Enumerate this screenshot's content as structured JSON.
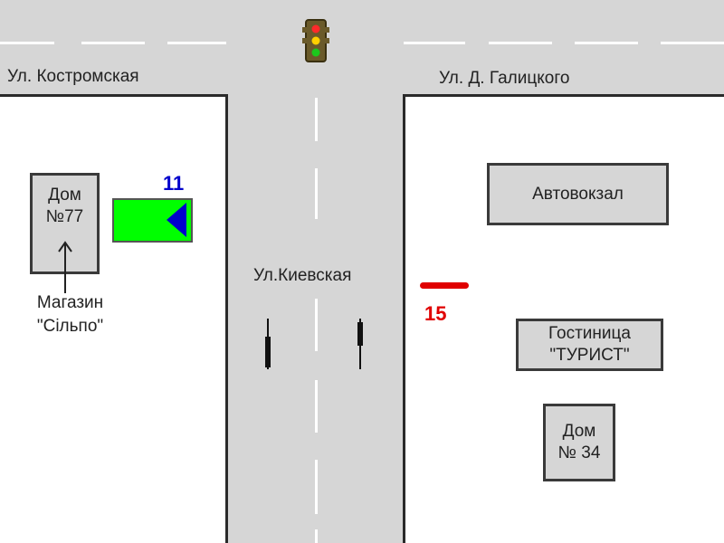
{
  "streets": {
    "kostromskaya": "Ул. Костромская",
    "galitskogo": "Ул. Д. Галицкого",
    "kievskaya": "Ул.Киевская"
  },
  "buildings": {
    "house77": {
      "line1": "Дом",
      "line2": "№77"
    },
    "shop": {
      "line1": "Магазин",
      "line2": "\"Сільпо\""
    },
    "bus_station": "Автовокзал",
    "hotel": {
      "line1": "Гостиница",
      "line2": "\"ТУРИСТ\""
    },
    "house34": {
      "line1": "Дом",
      "line2": "№ 34"
    }
  },
  "markers": {
    "car_number": "11",
    "stop_number": "15"
  },
  "colors": {
    "road": "#d6d6d6",
    "car": "#00ff00",
    "car_arrow": "#0000cc",
    "car_label": "#0000cc",
    "stop_line": "#e00000",
    "stop_label": "#e00000"
  },
  "icons": {
    "traffic_light": "traffic-light-icon",
    "up_arrow": "up-arrow-icon",
    "direction_arrow": "left-arrow-icon"
  }
}
